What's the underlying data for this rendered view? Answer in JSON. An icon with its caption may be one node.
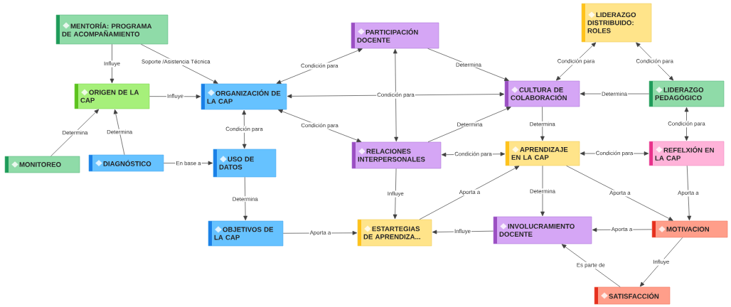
{
  "diagram": {
    "nodes": [
      {
        "text": [
          "MENTORÍA: PROGRAMA DE ACOMPAÑAMIENTO"
        ]
      },
      {
        "text": [
          "LIDERAZGO DISTRIBUIDO: ROLES"
        ]
      },
      {
        "text": [
          "PARTICIPACIÓN DOCENTE"
        ]
      },
      {
        "text": [
          "ORIGEN DE LA CAP"
        ]
      },
      {
        "text": [
          "ORGANIZACIÓN DE LA CAP"
        ]
      },
      {
        "text": [
          "CULTURA DE COLABORACIÓN"
        ]
      },
      {
        "text": [
          "LIDERAZGO PEDAGÓGICO"
        ]
      },
      {
        "text": [
          "MONITOREO"
        ]
      },
      {
        "text": [
          "DIAGNÓSTICO"
        ]
      },
      {
        "text": [
          "USO DE DATOS"
        ]
      },
      {
        "text": [
          "RELACIONES INTERPERSONALES"
        ]
      },
      {
        "text": [
          "APRENDIZAJE EN LA CAP"
        ]
      },
      {
        "text": [
          "REFELXIÓN EN LA CAP"
        ]
      },
      {
        "text": [
          "OBJETIVOS DE LA CAP"
        ]
      },
      {
        "text": [
          "ESTARTEGIAS DE APRENDIZA..."
        ]
      },
      {
        "text": [
          "INVOLUCRAMIENTO DOCENTE"
        ]
      },
      {
        "text": [
          "MOTIVACION"
        ]
      },
      {
        "text": [
          "SATISFACCIÓN"
        ]
      }
    ],
    "edges": [
      {
        "from": 0,
        "to": 3,
        "arrow": "to",
        "label": "Influye"
      },
      {
        "from": 0,
        "to": 4,
        "arrow": "to",
        "label": "Soporte /Asistencia Técnica"
      },
      {
        "from": 3,
        "to": 4,
        "arrow": "to",
        "label": "Influye"
      },
      {
        "from": 7,
        "to": 3,
        "arrow": "to",
        "label": "Determina"
      },
      {
        "from": 8,
        "to": 3,
        "arrow": "to",
        "label": "Determina"
      },
      {
        "from": 8,
        "to": 9,
        "arrow": "to",
        "label": "En base a"
      },
      {
        "from": 4,
        "to": 9,
        "arrow": "both",
        "label": "Condición para"
      },
      {
        "from": 9,
        "to": 13,
        "arrow": "to",
        "label": "Determina"
      },
      {
        "from": 13,
        "to": 14,
        "arrow": "to",
        "label": "Aporta a"
      },
      {
        "from": 4,
        "to": 2,
        "arrow": "both",
        "label": "Condición para"
      },
      {
        "from": 4,
        "to": 5,
        "arrow": "both",
        "label": "Condición para"
      },
      {
        "from": 4,
        "to": 10,
        "arrow": "both",
        "label": "Condición para"
      },
      {
        "from": 2,
        "to": 10,
        "arrow": "both"
      },
      {
        "from": 2,
        "to": 5,
        "arrow": "to",
        "label": "Determina"
      },
      {
        "from": 10,
        "to": 5,
        "arrow": "to",
        "label": "Determina"
      },
      {
        "from": 10,
        "to": 11,
        "arrow": "both",
        "label": "Condición para"
      },
      {
        "from": 10,
        "to": 14,
        "arrow": "to",
        "label": "Influye"
      },
      {
        "from": 14,
        "to": 11,
        "arrow": "to",
        "label": "Aporta a"
      },
      {
        "from": 5,
        "to": 11,
        "arrow": "to",
        "label": "Determina"
      },
      {
        "from": 5,
        "to": 1,
        "arrow": "both",
        "label": "Condición para"
      },
      {
        "from": 1,
        "to": 6,
        "arrow": "both",
        "label": "Condición para"
      },
      {
        "from": 6,
        "to": 5,
        "arrow": "to",
        "label": "Determina"
      },
      {
        "from": 6,
        "to": 12,
        "arrow": "both",
        "label": "Condición para"
      },
      {
        "from": 11,
        "to": 12,
        "arrow": "both",
        "label": "Condición para"
      },
      {
        "from": 11,
        "to": 15,
        "arrow": "to",
        "label": "Determina"
      },
      {
        "from": 11,
        "to": 16,
        "arrow": "to",
        "label": "Aporta a"
      },
      {
        "from": 12,
        "to": 16,
        "arrow": "to",
        "label": "Aporta a"
      },
      {
        "from": 16,
        "to": 15,
        "arrow": "to",
        "label": "Aporta a"
      },
      {
        "from": 15,
        "to": 14,
        "arrow": "to",
        "label": "Influye"
      },
      {
        "from": 16,
        "to": 17,
        "arrow": "to",
        "label": "Influye"
      },
      {
        "from": 17,
        "to": 15,
        "arrow": "to",
        "label": "Es parte de"
      }
    ]
  }
}
